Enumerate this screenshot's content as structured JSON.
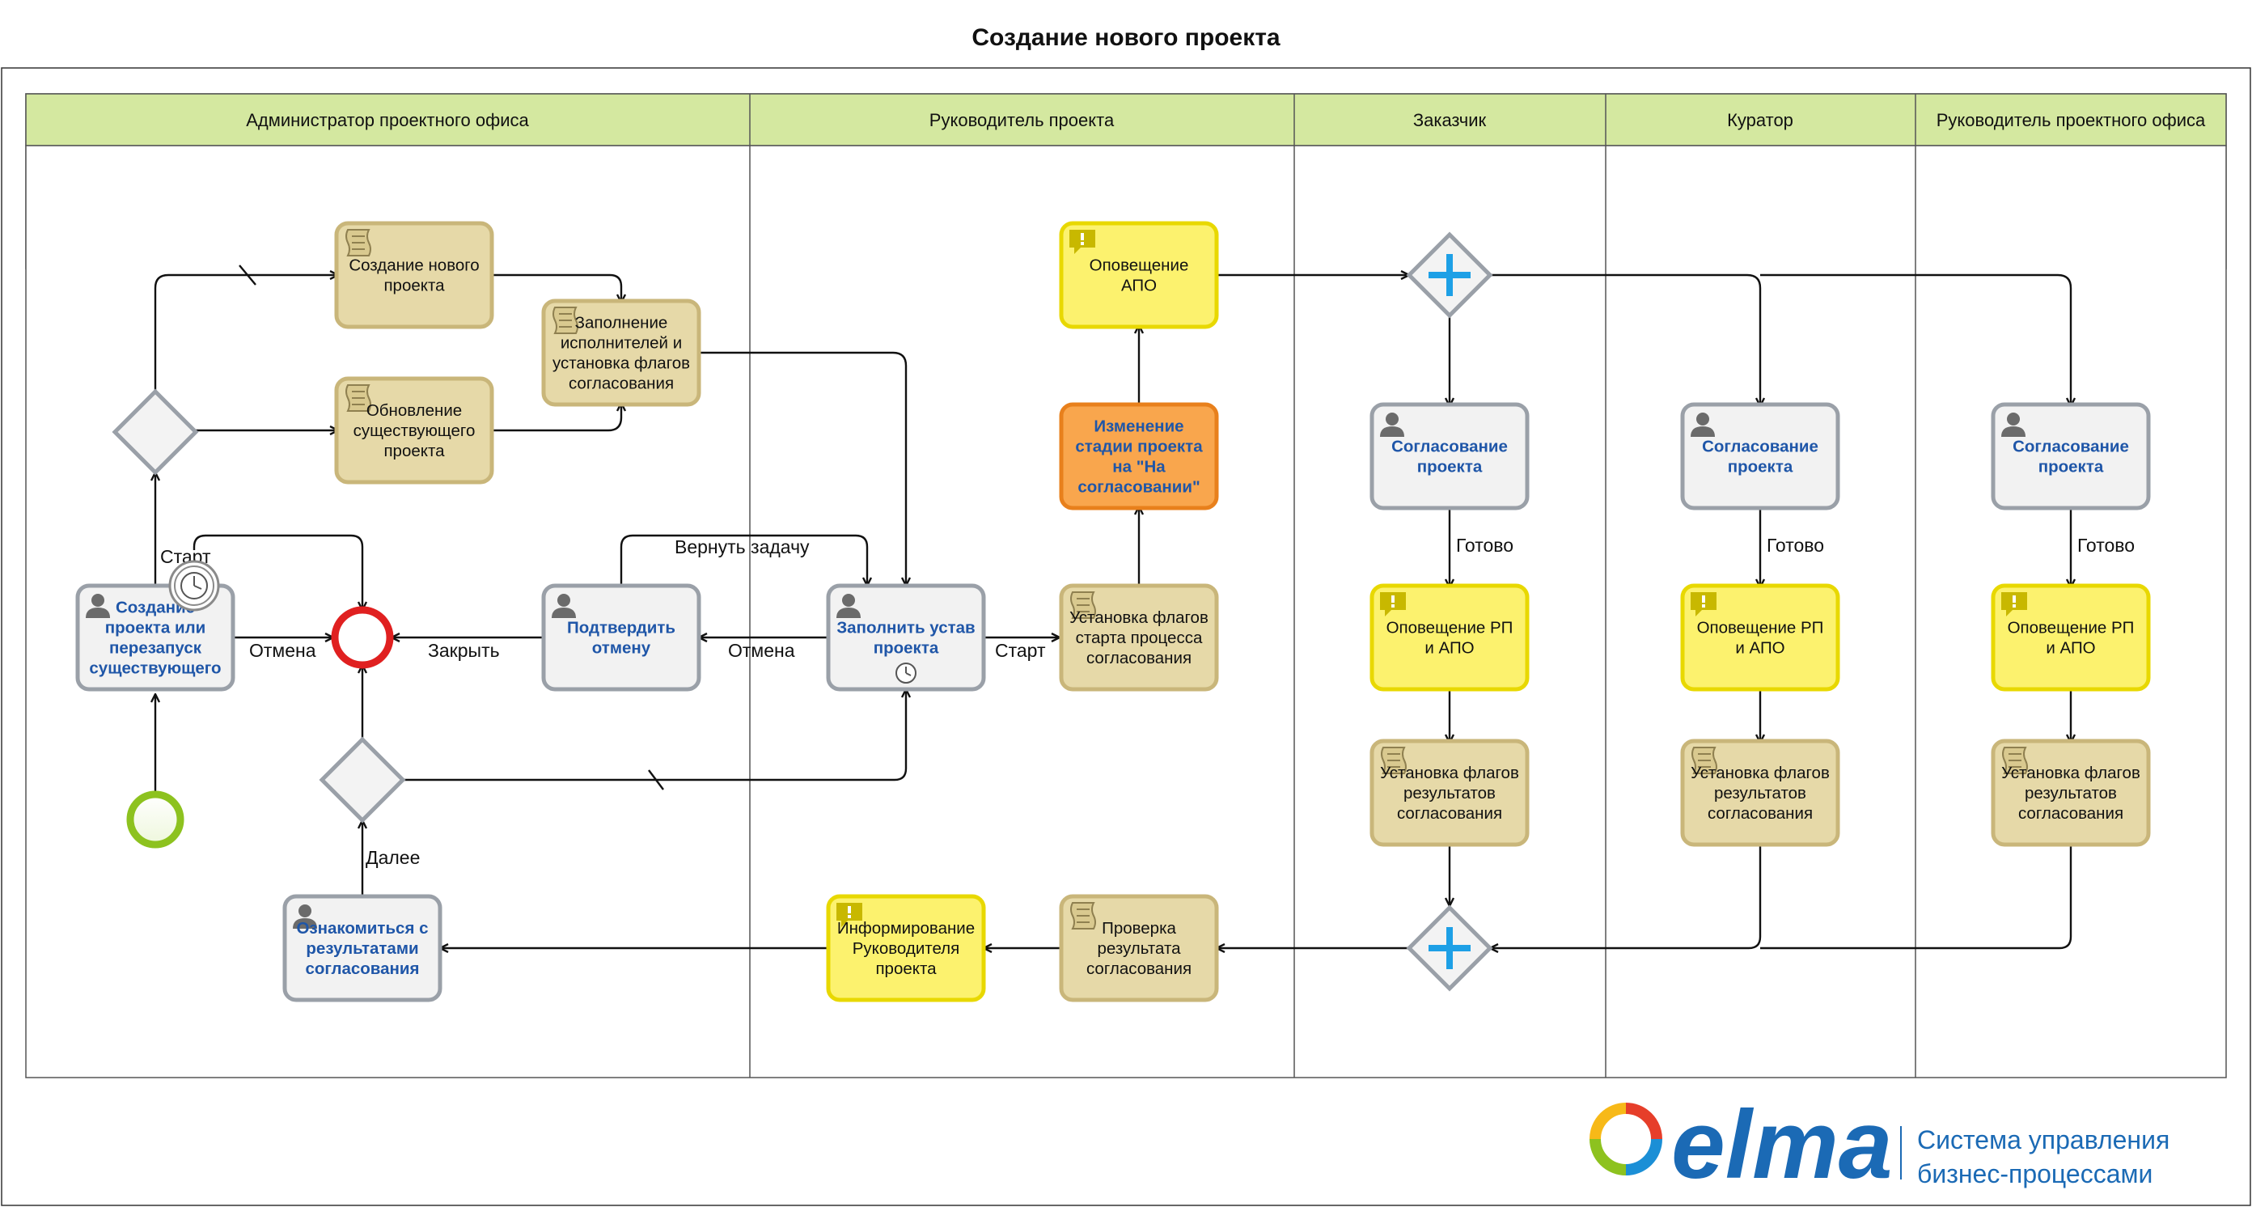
{
  "title": "Создание нового проекта",
  "colors": {
    "lane_header": "#d4e8a0",
    "task_grey": "#f2f2f2",
    "task_tan": "#e6d9a8",
    "task_yellow": "#fcf26e",
    "task_orange": "#f9a64d",
    "start_event": "#8dc21f",
    "end_event": "#e02020",
    "parallel_plus": "#1ea0e6",
    "label_blue": "#1f56a8",
    "logo_blue": "#1b6ab5"
  },
  "lanes": [
    "Администратор проектного офиса",
    "Руководитель проекта",
    "Заказчик",
    "Куратор",
    "Руководитель проектного офиса"
  ],
  "tasks": {
    "create_new": {
      "type": "script",
      "lines": [
        "Создание нового",
        "проекта"
      ]
    },
    "update_existing": {
      "type": "script",
      "lines": [
        "Обновление",
        "существующего",
        "проекта"
      ]
    },
    "fill_executors": {
      "type": "script",
      "lines": [
        "Заполнение",
        "исполнителей и",
        "установка флагов",
        "согласования"
      ]
    },
    "create_restart": {
      "type": "user",
      "lines": [
        "Создание",
        "проекта или",
        "перезапуск",
        "существующего"
      ]
    },
    "confirm_cancel": {
      "type": "user",
      "lines": [
        "Подтвердить",
        "отмену"
      ]
    },
    "review_results": {
      "type": "user",
      "lines": [
        "Ознакомиться с",
        "результатами",
        "согласования"
      ]
    },
    "fill_charter": {
      "type": "user",
      "lines": [
        "Заполнить устав",
        "проекта"
      ]
    },
    "notify_apo": {
      "type": "notification",
      "lines": [
        "Оповещение",
        "АПО"
      ]
    },
    "change_stage": {
      "type": "stage",
      "lines": [
        "Изменение",
        "стадии проекта",
        "на \"На",
        "согласовании\""
      ]
    },
    "set_flags_start": {
      "type": "script",
      "lines": [
        "Установка флагов",
        "старта процесса",
        "согласования"
      ]
    },
    "inform_pm": {
      "type": "notification",
      "lines": [
        "Информирование",
        "Руководителя",
        "проекта"
      ]
    },
    "check_result": {
      "type": "script",
      "lines": [
        "Проверка",
        "результата",
        "согласования"
      ]
    },
    "approve_customer": {
      "type": "user",
      "lines": [
        "Согласование",
        "проекта"
      ]
    },
    "notify_customer": {
      "type": "notification",
      "lines": [
        "Оповещение РП",
        "и АПО"
      ]
    },
    "flags_customer": {
      "type": "script",
      "lines": [
        "Установка флагов",
        "результатов",
        "согласования"
      ]
    },
    "approve_curator": {
      "type": "user",
      "lines": [
        "Согласование",
        "проекта"
      ]
    },
    "notify_curator": {
      "type": "notification",
      "lines": [
        "Оповещение РП",
        "и АПО"
      ]
    },
    "flags_curator": {
      "type": "script",
      "lines": [
        "Установка флагов",
        "результатов",
        "согласования"
      ]
    },
    "approve_head": {
      "type": "user",
      "lines": [
        "Согласование",
        "проекта"
      ]
    },
    "notify_head": {
      "type": "notification",
      "lines": [
        "Оповещение РП",
        "и АПО"
      ]
    },
    "flags_head": {
      "type": "script",
      "lines": [
        "Установка флагов",
        "результатов",
        "согласования"
      ]
    }
  },
  "flow_labels": {
    "start_timer": "Старт",
    "cancel_1": "Отмена",
    "close": "Закрыть",
    "return_task": "Вернуть задачу",
    "cancel_2": "Отмена",
    "start_2": "Старт",
    "next": "Далее",
    "done_customer": "Готово",
    "done_curator": "Готово",
    "done_head": "Готово"
  },
  "logo": {
    "word": "elma",
    "tagline": [
      "Система управления",
      "бизнес-процессами"
    ]
  }
}
